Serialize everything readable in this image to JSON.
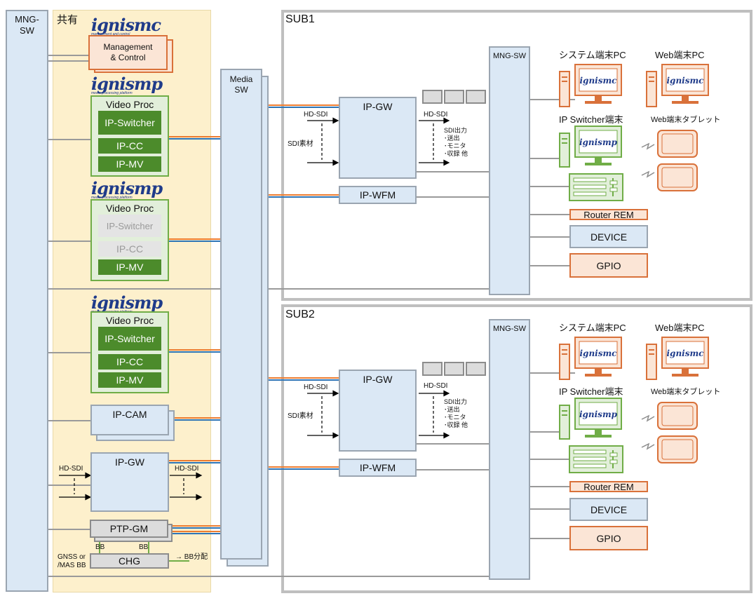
{
  "mng_sw_left": "MNG-\nSW",
  "shared_label": "共有",
  "media_sw": "Media\nSW",
  "logos": {
    "mc": "ignismc",
    "mc_sub": "management and control",
    "mp": "ignismp",
    "mp_sub": "media processing platform"
  },
  "mgmt_control": "Management\n& Control",
  "video_proc": "Video Proc",
  "ip_switcher": "IP-Switcher",
  "ip_cc": "IP-CC",
  "ip_mv": "IP-MV",
  "ip_cam": "IP-CAM",
  "ip_gw": "IP-GW",
  "ptp_gm": "PTP-GM",
  "chg": "CHG",
  "bb": "BB",
  "gnss": "GNSS or\n/MAS BB",
  "bb_dist": "→ BB分配",
  "hd_sdi": "HD-SDI",
  "sdi_source": "SDI素材",
  "sdi_output": "SDI出力\n･送出\n･モニタ\n･収録 他",
  "ip_wfm": "IP-WFM",
  "mng_sw": "MNG-SW",
  "sub1": "SUB1",
  "sub2": "SUB2",
  "system_pc": "システム端末PC",
  "web_pc": "Web端末PC",
  "ip_switcher_terminal": "IP Switcher端末",
  "web_tablet": "Web端末タブレット",
  "router_rem": "Router REM",
  "device": "DEVICE",
  "gpio": "GPIO",
  "colors": {
    "blue_fill": "#dbe8f5",
    "green_border": "#70ad47",
    "green_button": "#4c8b2b",
    "orange": "#d9713a",
    "orange_fill": "#fbe5d6",
    "shared_bg": "#fdf0cc",
    "wire_blue": "#2e75b6",
    "wire_orange": "#ed7d31"
  }
}
